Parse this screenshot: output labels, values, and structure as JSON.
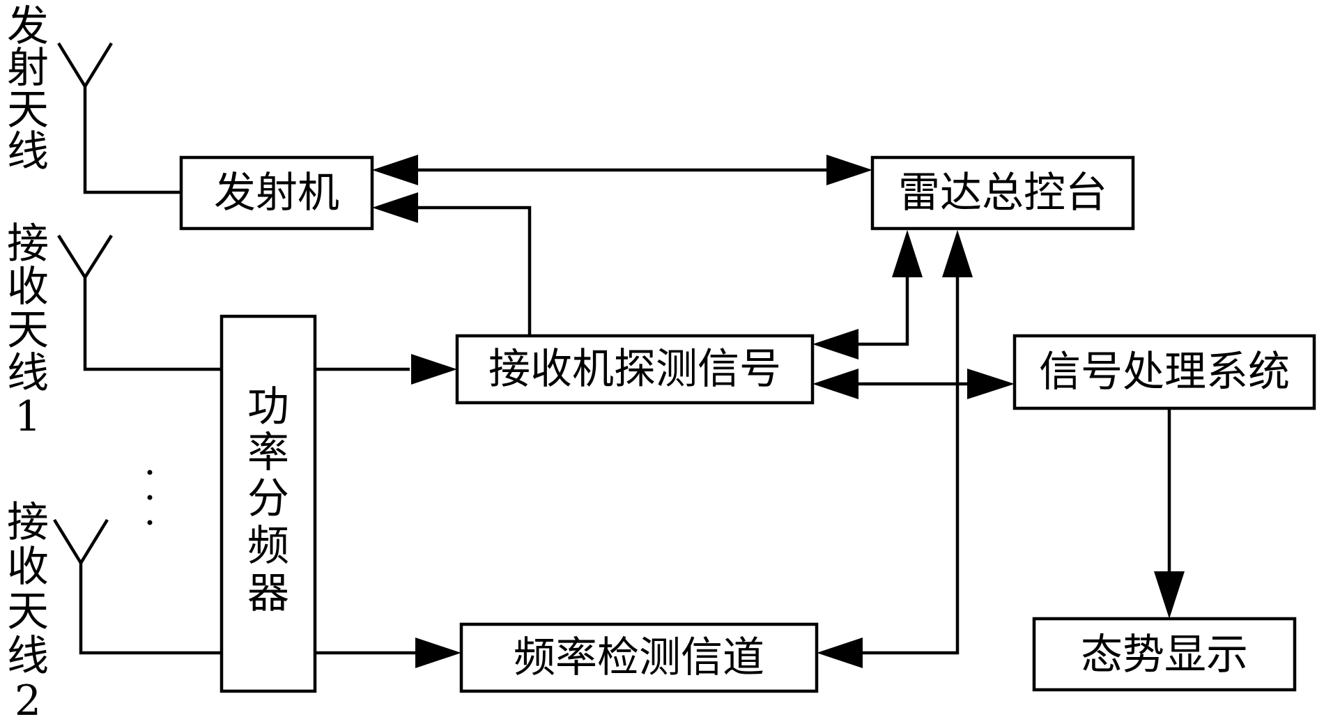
{
  "blocks": {
    "transmitter": "发射机",
    "radar_console": "雷达总控台",
    "receiver": "接收机探测信号",
    "signal_processing": "信号处理系统",
    "power_divider": [
      "功",
      "率",
      "分",
      "频",
      "器"
    ],
    "freq_channel": "频率检测信道",
    "situation_display": "态势显示"
  },
  "antennas": {
    "tx": [
      "发",
      "射",
      "天",
      "线"
    ],
    "rx1": [
      "接",
      "收",
      "天",
      "线",
      "1"
    ],
    "rx2": [
      "接",
      "收",
      "天",
      "线",
      "2"
    ]
  },
  "colors": {
    "line": "#000000",
    "background": "#ffffff"
  }
}
